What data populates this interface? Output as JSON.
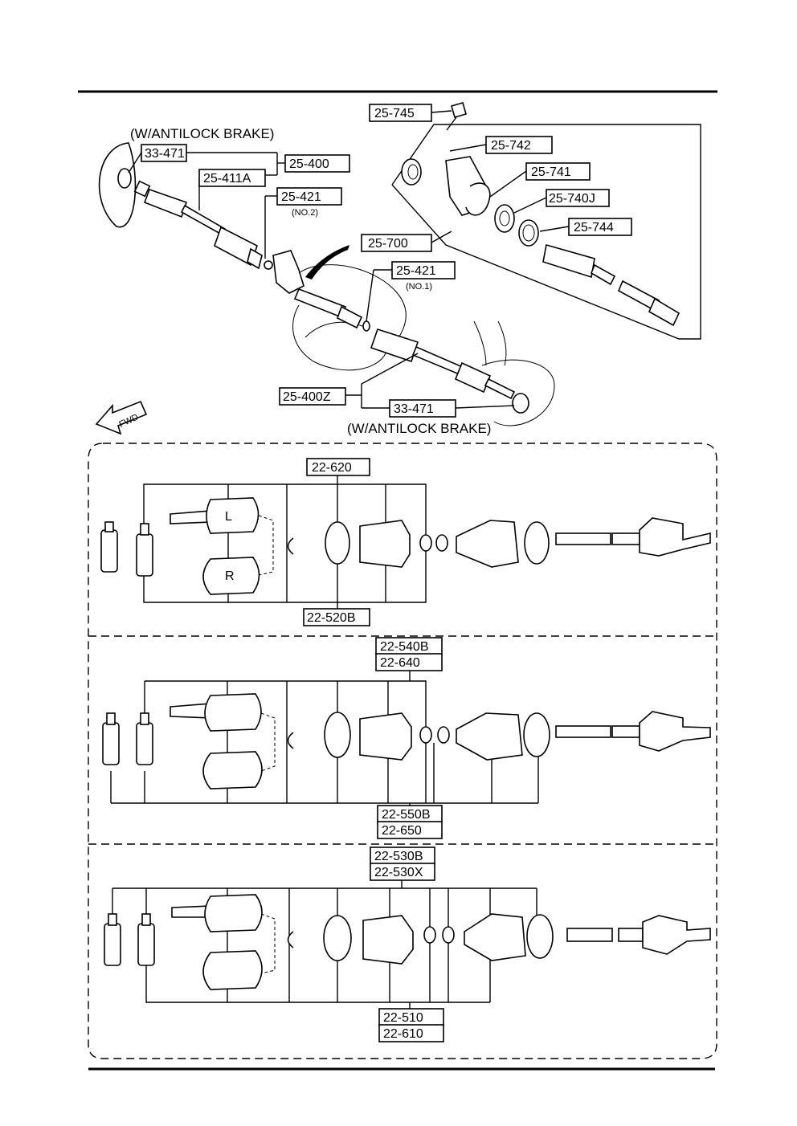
{
  "notes": {
    "antilock_top": "(W/ANTILOCK BRAKE)",
    "antilock_bottom": "(W/ANTILOCK BRAKE)",
    "fwd": "FWD"
  },
  "labels": {
    "p25_745": "25-745",
    "p25_742": "25-742",
    "p25_741": "25-741",
    "p25_740j": "25-740J",
    "p25_744": "25-744",
    "p25_700": "25-700",
    "p33_471_top": "33-471",
    "p25_400": "25-400",
    "p25_411a": "25-411A",
    "p25_421_no2": "25-421",
    "no2": "(NO.2)",
    "p25_421_no1": "25-421",
    "no1": "(NO.1)",
    "p25_400z": "25-400Z",
    "p33_471_bottom": "33-471",
    "p22_620": "22-620",
    "p22_520b": "22-520B",
    "p22_540b": "22-540B",
    "p22_640": "22-640",
    "p22_550b": "22-550B",
    "p22_650": "22-650",
    "p22_530b": "22-530B",
    "p22_530x": "22-530X",
    "p22_510": "22-510",
    "p22_610": "22-610",
    "joint_l": "L",
    "joint_r": "R"
  }
}
